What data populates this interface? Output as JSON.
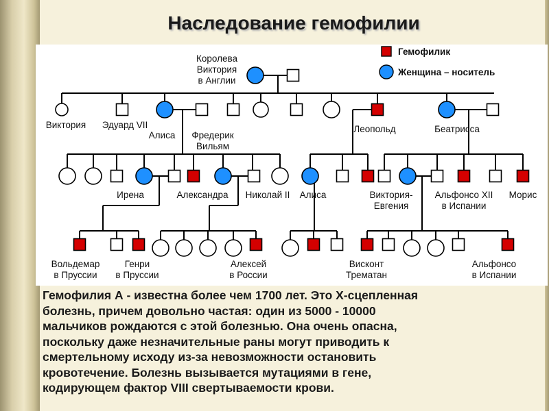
{
  "title": "Наследование гемофилии",
  "legend": {
    "hemophiliac_label": "Гемофилик",
    "carrier_label": "Женщина – носитель"
  },
  "colors": {
    "hemophiliac": "#d40000",
    "carrier": "#1e90ff",
    "line": "#000000"
  },
  "pedigree": {
    "queen": [
      "Королева",
      "Виктория",
      "в Англии"
    ],
    "viktoria": "Виктория",
    "eduard": "Эдуард VII",
    "alisa_1": "Алиса",
    "frederik": [
      "Фредерик",
      "Вильям"
    ],
    "leopold": "Леопольд",
    "beatrissa": "Беатрисса",
    "irena": "Ирена",
    "aleksandra": "Александра",
    "nikolai": "Николай II",
    "alisa_2": "Алиса",
    "viktoria_evgenia": [
      "Виктория-",
      "Евгения"
    ],
    "alfonso_xii": [
      "Альфонсо XII",
      "в Испании"
    ],
    "moris": "Морис",
    "voldemar": [
      "Вольдемар",
      "в Пруссии"
    ],
    "genri": [
      "Генри",
      "в Пруссии"
    ],
    "aleksei": [
      "Алексей",
      "в России"
    ],
    "viskont": [
      "Висконт",
      "Трематан"
    ],
    "alfonso": [
      "Альфонсо",
      "в Испании"
    ]
  },
  "description": "Гемофилия А - известна более чем 1700 лет. Это Х-сцепленная\nболезнь, причем довольно частая: один из 5000 - 10000\nмальчиков рождаются с этой болезнью. Она очень опасна,\nпоскольку даже незначительные раны могут приводить к\nсмертельному исходу из-за невозможности остановить\nкровотечение. Болезнь вызывается мутациями в гене,\nкодирующем фактор VIII свертываемости крови."
}
